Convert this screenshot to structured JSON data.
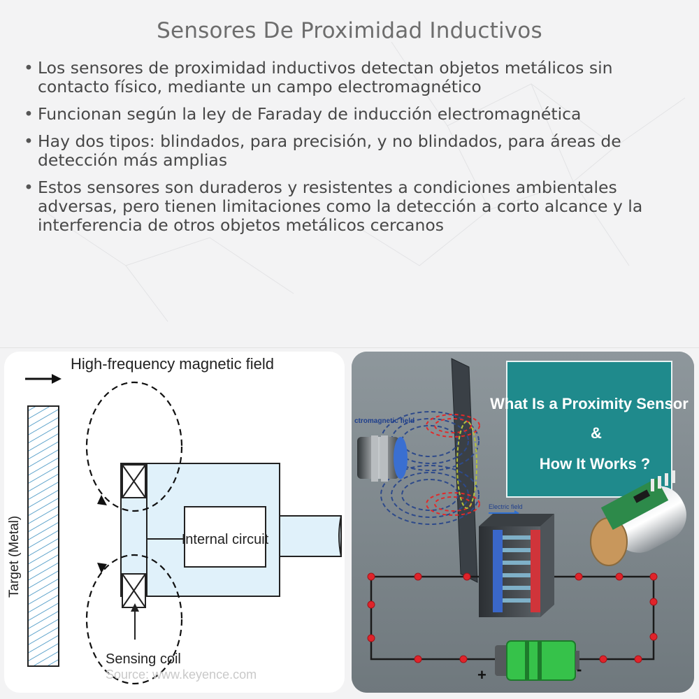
{
  "title": "Sensores De Proximidad Inductivos",
  "bullets": [
    "Los sensores de proximidad inductivos detectan objetos metálicos sin contacto físico, mediante un campo electromagnético",
    "Funcionan según la ley de Faraday de inducción electromagnética",
    "Hay dos tipos: blindados, para precisión, y no blindados, para áreas de detección más amplias",
    "Estos sensores son duraderos y resistentes a condiciones ambientales adversas, pero tienen limitaciones como la detección a corto alcance y la interferencia de otros objetos metálicos cercanos"
  ],
  "left_diagram": {
    "field_label": "High-frequency magnetic field",
    "target_label": "Target (Metal)",
    "circuit_label": "Internal circuit",
    "coil_label": "Sensing coil",
    "source": "Source: www.keyence.com"
  },
  "right_image": {
    "headline_1": "What Is a Proximity Sensor",
    "headline_2": "&",
    "headline_3": "How It Works ?",
    "em_label": "ctromagnetic field",
    "electric_label": "Electric field",
    "plus_sign": "+",
    "minus_sign": "-",
    "colors": {
      "banner": "#1f8a8c",
      "battery_green": "#36c24a",
      "wire_dot": "#e0232a"
    }
  }
}
